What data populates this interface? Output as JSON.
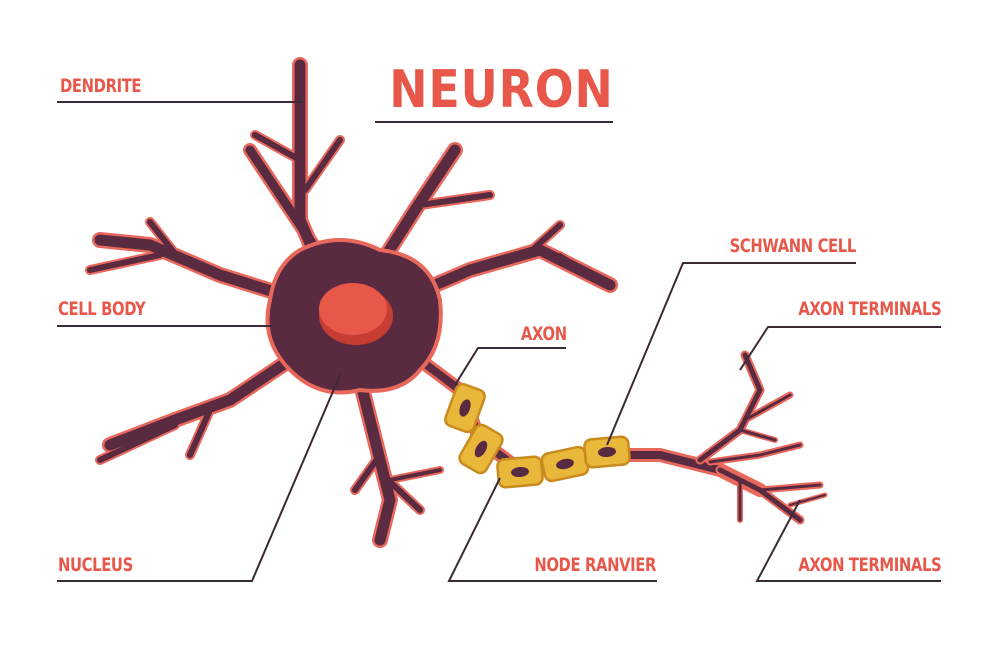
{
  "title": "NEURON",
  "labels": {
    "dendrite": "DENDRITE",
    "cell_body": "CELL BODY",
    "nucleus": "NUCLEUS",
    "axon": "AXON",
    "schwann_cell": "SCHWANN CELL",
    "axon_terminals_top": "AXON TERMINALS",
    "axon_terminals_bottom": "AXON TERMINALS",
    "node_ranvier": "NODE RANVIER"
  },
  "colors": {
    "label": "#e8584a",
    "leader_line": "#3a2a38",
    "neuron_body": "#5a2a40",
    "neuron_outline": "#e8685c",
    "nucleus": "#e8584a",
    "schwann_cell": "#e9b73a",
    "schwann_outline": "#c98a1e",
    "schwann_inner": "#5a2a40",
    "background": "#ffffff"
  }
}
